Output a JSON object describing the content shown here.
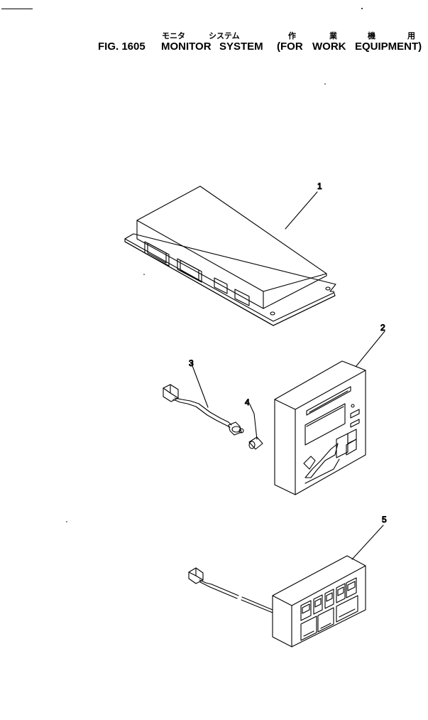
{
  "header": {
    "jp_words": [
      "モニタ",
      "システム",
      "作",
      "業",
      "機",
      "用"
    ],
    "fig_number": "FIG. 1605",
    "title_words": [
      "MONITOR",
      "SYSTEM",
      "(FOR",
      "WORK",
      "EQUIPMENT)"
    ]
  },
  "callouts": {
    "part1": "1",
    "part2": "2",
    "part3": "3",
    "part4": "4",
    "part5": "5"
  },
  "colors": {
    "ink": "#000000",
    "paper": "#ffffff"
  }
}
